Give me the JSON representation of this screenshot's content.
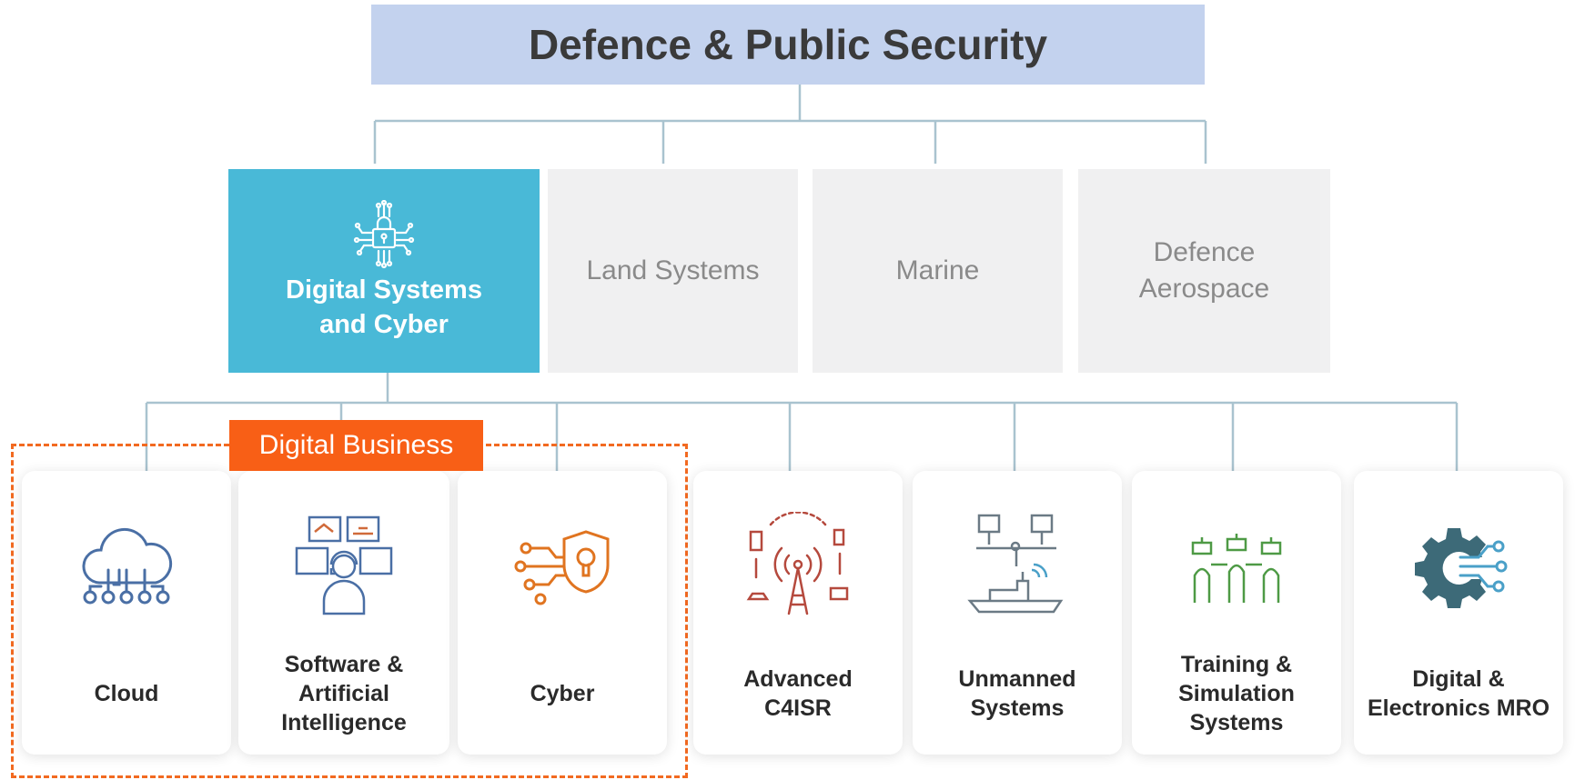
{
  "title": "Defence & Public Security",
  "divisions": [
    {
      "label": "Digital Systems and Cyber",
      "active": true,
      "icon": "cyber-lock-circuit-icon"
    },
    {
      "label": "Land Systems",
      "active": false
    },
    {
      "label": "Marine",
      "active": false
    },
    {
      "label": "Defence Aerospace",
      "active": false
    }
  ],
  "group_label": "Digital Business",
  "capabilities": [
    {
      "label": "Cloud",
      "icon": "cloud-network-icon",
      "color": "#4a6fa5"
    },
    {
      "label": "Software &\nArtificial\nIntelligence",
      "icon": "operator-monitors-icon",
      "color": "#4a6fa5"
    },
    {
      "label": "Cyber",
      "icon": "circuit-shield-lock-icon",
      "color": "#e07420"
    },
    {
      "label": "Advanced\nC4ISR",
      "icon": "radio-tower-network-icon",
      "color": "#b5493d"
    },
    {
      "label": "Unmanned\nSystems",
      "icon": "ship-network-icon",
      "color": "#6b7a85"
    },
    {
      "label": "Training &\nSimulation\nSystems",
      "icon": "vr-soldiers-icon",
      "color": "#4e9a45"
    },
    {
      "label": "Digital &\nElectronics MRO",
      "icon": "gear-circuit-icon",
      "color": "#3d6a78"
    }
  ],
  "colors": {
    "accent": "#49b9d7",
    "orange": "#f85f16",
    "header": "#c3d2ee",
    "connector": "#a9c3cf"
  }
}
